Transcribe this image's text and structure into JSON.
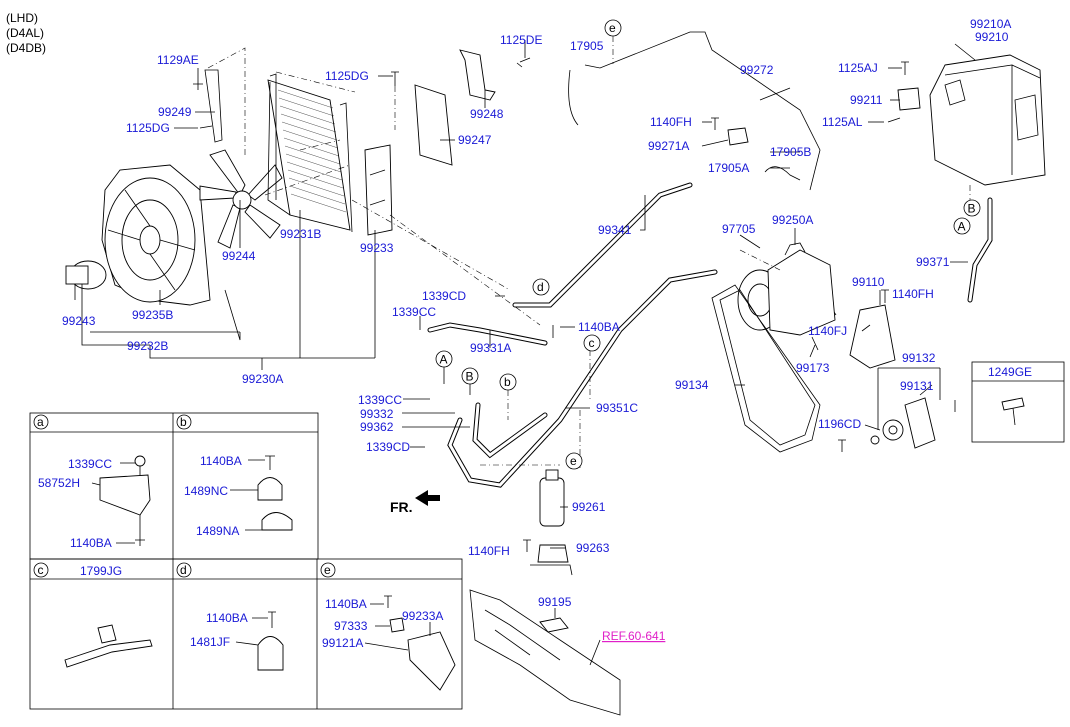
{
  "header": {
    "lines": [
      "(LHD)",
      "(D4AL)",
      "(D4DB)"
    ]
  },
  "labels": {
    "p1129AE": "1129AE",
    "p99249": "99249",
    "p1125DG_a": "1125DG",
    "p1125DG_b": "1125DG",
    "p1125DE": "1125DE",
    "p99248": "99248",
    "p99247": "99247",
    "p99244": "99244",
    "p99231B": "99231B",
    "p99233": "99233",
    "p99243": "99243",
    "p99235B": "99235B",
    "p99232B": "99232B",
    "p99230A": "99230A",
    "p17905": "17905",
    "p99272": "99272",
    "p1140FH_a": "1140FH",
    "p99271A": "99271A",
    "p17905A": "17905A",
    "p17905B": "17905B",
    "p99210A": "99210A",
    "p99210": "99210",
    "p1125AJ": "1125AJ",
    "p99211": "99211",
    "p1125AL": "1125AL",
    "p99371": "99371",
    "p99341": "99341",
    "p1339CD_a": "1339CD",
    "p1339CC_a": "1339CC",
    "p1140BA_a": "1140BA",
    "p99331A": "99331A",
    "p97705": "97705",
    "p99250A": "99250A",
    "p99110": "99110",
    "p1140FH_b": "1140FH",
    "p1140FJ": "1140FJ",
    "p99173": "99173",
    "p99132": "99132",
    "p99131": "99131",
    "p1249GE": "1249GE",
    "p1196CD": "1196CD",
    "p99134": "99134",
    "p99351C": "99351C",
    "p1339CC_b": "1339CC",
    "p99332": "99332",
    "p99362": "99362",
    "p1339CD_b": "1339CD",
    "p99261": "99261",
    "p1140FH_c": "1140FH",
    "p99263": "99263",
    "p99195": "99195",
    "ref": "REF.60-641",
    "fr": "FR."
  },
  "callouts": [
    "A",
    "B",
    "b",
    "c",
    "d",
    "e",
    "A",
    "B",
    "e"
  ],
  "detail": {
    "a": {
      "letter": "a",
      "labels": [
        "1339CC",
        "58752H",
        "1140BA"
      ]
    },
    "b": {
      "letter": "b",
      "labels": [
        "1140BA",
        "1489NC",
        "1489NA"
      ]
    },
    "c": {
      "letter": "c",
      "labels": [
        "1799JG"
      ]
    },
    "d": {
      "letter": "d",
      "labels": [
        "1140BA",
        "1481JF"
      ]
    },
    "e": {
      "letter": "e",
      "labels": [
        "1140BA",
        "99233A",
        "97333",
        "99121A"
      ]
    }
  },
  "colors": {
    "label": "#1a1ad6",
    "ref": "#e020c8",
    "line": "#000000"
  }
}
